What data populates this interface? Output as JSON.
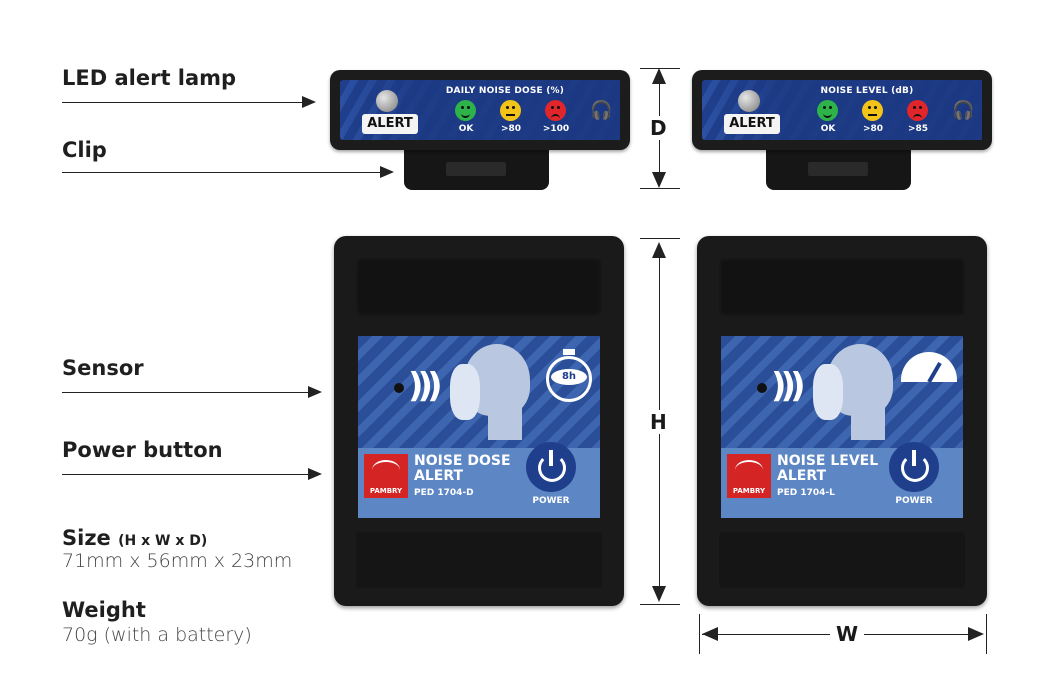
{
  "callouts": {
    "led": "LED alert lamp",
    "clip": "Clip",
    "sensor": "Sensor",
    "power": "Power button"
  },
  "specs": {
    "size_title": "Size",
    "size_sub": "(H x W x D)",
    "size_value": "71mm x 56mm x 23mm",
    "weight_title": "Weight",
    "weight_value": "70g (with a battery)"
  },
  "dimensions": {
    "d": "D",
    "h": "H",
    "w": "W"
  },
  "top_devices": [
    {
      "alert": "ALERT",
      "heading": "DAILY NOISE DOSE (%)",
      "levels": [
        {
          "label": "OK",
          "color": "#2db34a"
        },
        {
          "label": ">80",
          "color": "#f2c318"
        },
        {
          "label": ">100",
          "color": "#e0262b"
        }
      ]
    },
    {
      "alert": "ALERT",
      "heading": "NOISE LEVEL (dB)",
      "levels": [
        {
          "label": "OK",
          "color": "#2db34a"
        },
        {
          "label": ">80",
          "color": "#f2c318"
        },
        {
          "label": ">85",
          "color": "#e0262b"
        }
      ]
    }
  ],
  "devices": [
    {
      "name_line1": "NOISE DOSE",
      "name_line2": "ALERT",
      "code": "PED 1704-D",
      "brand": "PAMBRY",
      "power": "POWER",
      "timer": "8h",
      "icon": "timer-icon"
    },
    {
      "name_line1": "NOISE LEVEL",
      "name_line2": "ALERT",
      "code": "PED 1704-L",
      "brand": "PAMBRY",
      "power": "POWER",
      "icon": "gauge-icon"
    }
  ]
}
